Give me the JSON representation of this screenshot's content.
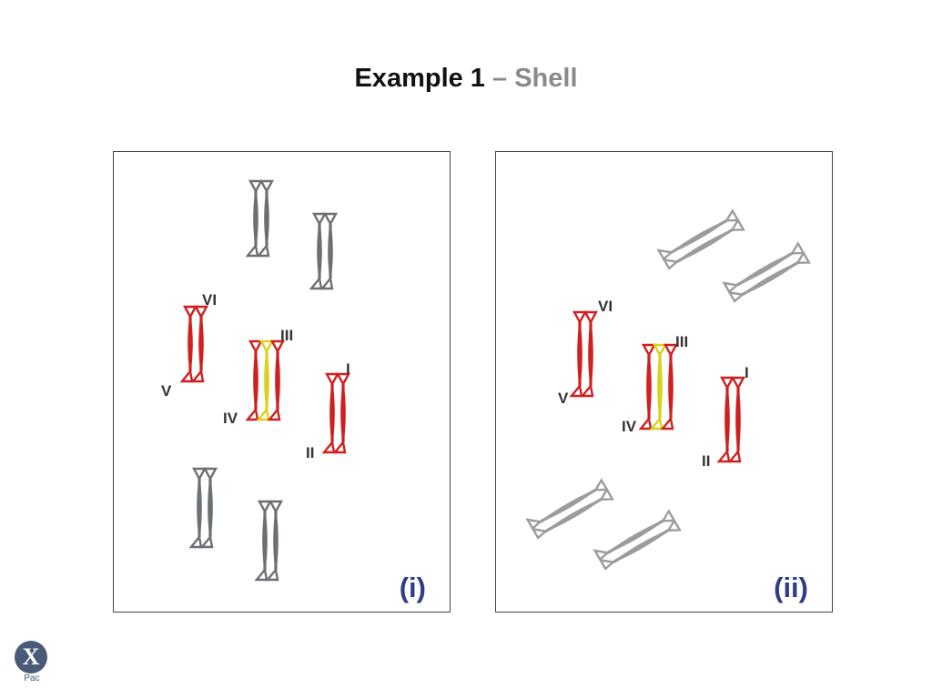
{
  "slide": {
    "title_main": "Example 1",
    "title_sub": "– Shell"
  },
  "colors": {
    "red": "#d11f1f",
    "yellow": "#d9d21a",
    "grey": "#6c6f74",
    "light_grey": "#9a9c9f",
    "label_blue": "#2e3e86"
  },
  "panels": [
    {
      "label": "(i)",
      "numerals": [
        "I",
        "II",
        "III",
        "IV",
        "V",
        "VI"
      ]
    },
    {
      "label": "(ii)",
      "numerals": [
        "I",
        "II",
        "III",
        "IV",
        "V",
        "VI"
      ]
    }
  ],
  "logo": {
    "glyph": "X",
    "text": "Pac"
  }
}
